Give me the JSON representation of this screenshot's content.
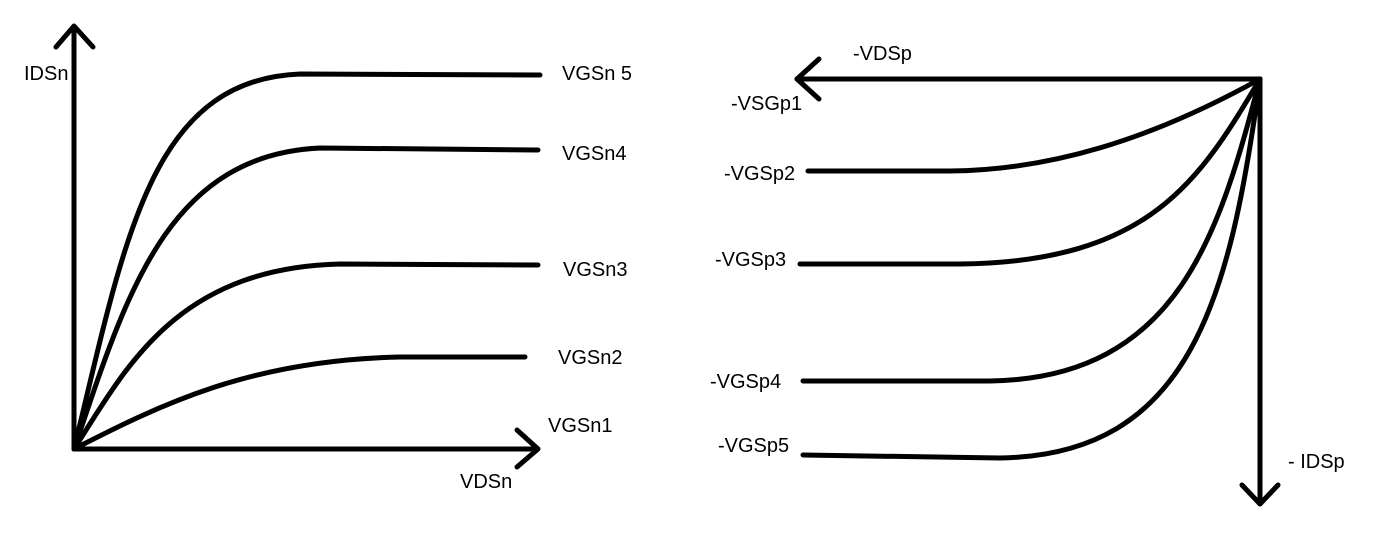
{
  "nmos": {
    "y_axis_label": "IDSn",
    "x_axis_label": "VDSn",
    "curves": [
      {
        "label": "VGSn 5"
      },
      {
        "label": "VGSn4"
      },
      {
        "label": "VGSn3"
      },
      {
        "label": "VGSn2"
      },
      {
        "label": "VGSn1"
      }
    ]
  },
  "pmos": {
    "x_axis_label": "-VDSp",
    "y_axis_label": "- IDSp",
    "curves": [
      {
        "label": "-VSGp1"
      },
      {
        "label": "-VGSp2"
      },
      {
        "label": "-VGSp3"
      },
      {
        "label": "-VGSp4"
      },
      {
        "label": "-VGSp5"
      }
    ]
  }
}
